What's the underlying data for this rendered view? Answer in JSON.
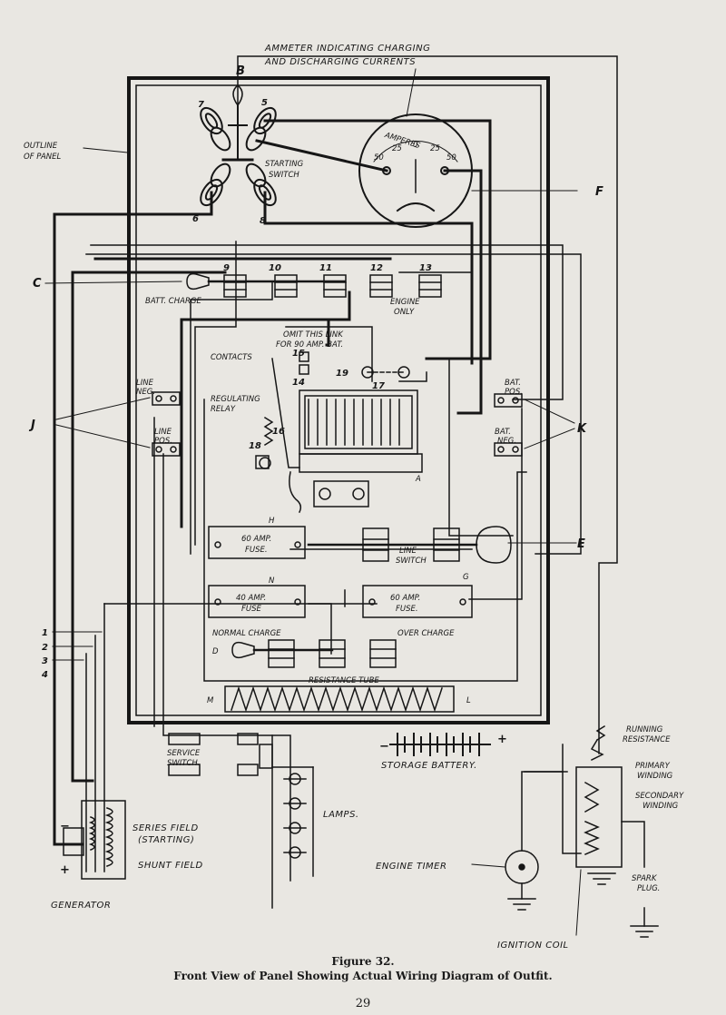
{
  "labels": {
    "ammeter_line1": "AMMETER INDICATING CHARGING",
    "ammeter_line2": "AND DISCHARGING CURRENTS",
    "outline_line1": "OUTLINE",
    "outline_line2": "OF PANEL",
    "starting_switch_line1": "STARTING",
    "starting_switch_line2": "SWITCH",
    "amperes": "AMPERES",
    "batt_charge": "BATT. CHARGE",
    "engine_only_line1": "ENGINE",
    "engine_only_line2": "ONLY",
    "omit_link_line1": "OMIT THIS LINK",
    "omit_link_line2": "FOR 90 AMP. BAT.",
    "contacts": "CONTACTS",
    "regulating_relay_line1": "REGULATING",
    "regulating_relay_line2": "RELAY",
    "line_neg_line1": "LINE",
    "line_neg_line2": "NEG.",
    "line_pos_line1": "LINE",
    "line_pos_line2": "POS.",
    "bat_pos_line1": "BAT.",
    "bat_pos_line2": "POS.",
    "bat_neg_line1": "BAT.",
    "bat_neg_line2": "NEG.",
    "fuse60a_line1": "60 AMP.",
    "fuse60a_line2": "FUSE.",
    "fuse40_line1": "40 AMP.",
    "fuse40_line2": "FUSE",
    "fuse60b_line1": "60 AMP.",
    "fuse60b_line2": "FUSE.",
    "line_switch_line1": "LINE",
    "line_switch_line2": "SWITCH",
    "normal_charge": "NORMAL CHARGE",
    "over_charge": "OVER CHARGE",
    "resistance_tube": "RESISTANCE TUBE",
    "service_switch_line1": "SERVICE",
    "service_switch_line2": "SWITCH.",
    "storage_battery": "STORAGE BATTERY.",
    "lamps": "LAMPS.",
    "series_field_line1": "SERIES FIELD",
    "series_field_line2": "(STARTING)",
    "shunt_field": "SHUNT FIELD",
    "generator": "GENERATOR",
    "running_resistance_line1": "RUNNING",
    "running_resistance_line2": "RESISTANCE",
    "primary_winding_line1": "PRIMARY",
    "primary_winding_line2": "WINDING",
    "secondary_winding_line1": "SECONDARY",
    "secondary_winding_line2": "WINDING",
    "engine_timer": "ENGINE TIMER",
    "spark_plug_line1": "SPARK",
    "spark_plug_line2": "PLUG.",
    "ignition_coil": "IGNITION COIL"
  },
  "letters": {
    "B": "B",
    "C": "C",
    "F": "F",
    "J": "J",
    "K": "K",
    "E": "E",
    "H": "H",
    "N": "N",
    "G": "G",
    "D": "D",
    "M": "M",
    "L": "L",
    "A": "A"
  },
  "numbers": {
    "n1": "1",
    "n2": "2",
    "n3": "3",
    "n4": "4",
    "n5": "5",
    "n6": "6",
    "n7": "7",
    "n8": "8",
    "n9": "9",
    "n10": "10",
    "n11": "11",
    "n12": "12",
    "n13": "13",
    "n14": "14",
    "n15": "15",
    "n16": "16",
    "n17": "17",
    "n18": "18",
    "n19": "19"
  },
  "ammeter_scale": {
    "t50a": "50",
    "t25a": "25",
    "t0": "0",
    "t25b": "25",
    "t50b": "50"
  },
  "polarity": {
    "battery_minus": "−",
    "battery_plus": "+",
    "gen_minus": "−",
    "gen_plus": "+"
  },
  "caption": {
    "figure": "Figure 32.",
    "subtitle": "Front View of Panel Showing Actual Wiring Diagram of Outfit.",
    "page_number": "29"
  }
}
